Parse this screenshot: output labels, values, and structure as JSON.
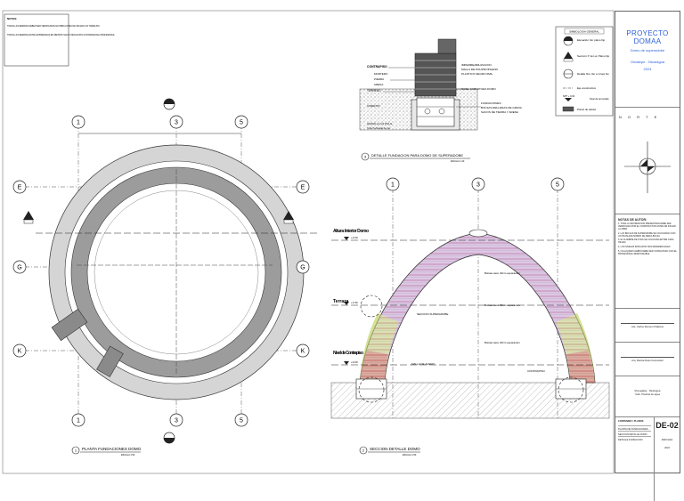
{
  "general_notes": {
    "title": "NOTAS:",
    "lines": [
      "TODAS LAS MEDIDAS DEBEN SER VERIFICADAS EN OBRA ANTES DE INICIAR LOS TRABAJOS",
      "TODAS LAS MEDIDAS ESTAN EXPRESADAS EN METROS SALVO INDICACION CONTRARIA DEL PROFESIONAL"
    ]
  },
  "legend": {
    "title": "SIMBOLOGIA GENERAL",
    "items": [
      {
        "label": "Elevación Ver plano fijo",
        "icon": "section-marker-icon"
      },
      {
        "label": "Sección X Ver en Plano fijo",
        "icon": "section-cut-icon"
      },
      {
        "label": "Detalle Nro Ver en hoja No",
        "icon": "detail-marker-icon"
      },
      {
        "label": "Eje constructivo",
        "icon": "axis-line-icon"
      },
      {
        "label": "NPT + 0.00",
        "sublabel": "Nivel de terminado",
        "icon": "level-marker-icon"
      },
      {
        "label": "Pared de adobe",
        "icon": "wall-hatch-icon"
      }
    ]
  },
  "detail": {
    "labels": [
      "CONTRAPISO",
      "MORTERO",
      "PIEDRA",
      "ARENA",
      "TERRENO",
      "CIMIENTO"
    ],
    "layer_notes": [
      "IMPERMEABILIZACION",
      "MALLA DE POLIPROPILENO",
      "PLASTICO NEGRO 6MIL",
      "NIVEL CURVATURA DOMO",
      "FUNDACIONES",
      "BOLSAS RELLENAS DE GRAVA",
      "SACOS DE TIERRA Y ARENA"
    ],
    "gravel_label": "GRAVILLA 1/2 PULG",
    "gravel_sub": "Tubo Perforado de pvc",
    "title": "DETALLE FUNDACION PARA DOMO DE SUPERADOBE",
    "number": "3",
    "scale": "ESCALA 1:10"
  },
  "plan": {
    "axes": {
      "top": [
        "1",
        "3",
        "5"
      ],
      "left": [
        "E",
        "G",
        "K"
      ],
      "right": [
        "E",
        "G",
        "K"
      ],
      "bottom": [
        "1",
        "3",
        "5"
      ]
    },
    "section_marker": "2",
    "title": "PLANTA FUNDACIONES DOMO",
    "number": "1",
    "scale": "ESCALA 1:50"
  },
  "section": {
    "axes": [
      "1",
      "3",
      "5"
    ],
    "levels": [
      {
        "label": "Altura Interior Domo",
        "value": "+3.00"
      },
      {
        "label": "Terraza",
        "value": "+1.50"
      },
      {
        "label": "Nivel de Contrapiso",
        "value": "+0.00"
      }
    ],
    "annotations": [
      "Bolsas saco 40cm separacion",
      "Bolsas saco 30cm separacion",
      "Bolsas saco 20cm separacion",
      "SECCION SUPERADOBE",
      "MALLA DE ACERO",
      "CONTRAPISO"
    ],
    "title": "SECCION DETALLE DOMO",
    "number": "2",
    "scale": "ESCALA 1:50"
  },
  "title_block": {
    "project": "PROYECTO DOMAA",
    "subtitle": "Domo de superadobe",
    "location": "Omatepe - Nicaragua",
    "year": "2024",
    "north_label": "N O R T E",
    "notes_title": "NOTAS DE AUTOR:",
    "notes": [
      "1. TODA LA INFORMACION PRESENTADA DEBE SER VERIFICADA POR EL CONSTRUCTOR ANTES DE INICIAR LA OBRA",
      "2. LAS BOLSAS DE SUPERADOBE SE COLOCARAN CON UN TRASLAPE MINIMO DE MEDIA BOLSA",
      "3. EL ALAMBRE DE PUAS SE COLOCARA ENTRE CADA HILADA",
      "4. LOS NIVELES INDICADOS SON REFERENCIALES",
      "5. CUALQUIER CAMBIO DEBE SER CONSULTADO CON EL PROFESIONAL RESPONSABLE"
    ],
    "signature1": "Arq. Carlos Romero Palacios",
    "signature2": "Arq. Marcia Nieto Fernandez",
    "location_box": "Moyogalpa - Nicaragua",
    "location_sub": "Cant. Piedras de agua",
    "sheet_label": "CONTENIDO / PLANOS",
    "sheet_number": "DE-02",
    "sheet_rows": [
      "PLANTA DE FUNDACIONES",
      "SECCION DETALLE DOMO",
      "DETALLE FUNDACION"
    ],
    "date": "2024",
    "scale_row": "INDICADA"
  }
}
